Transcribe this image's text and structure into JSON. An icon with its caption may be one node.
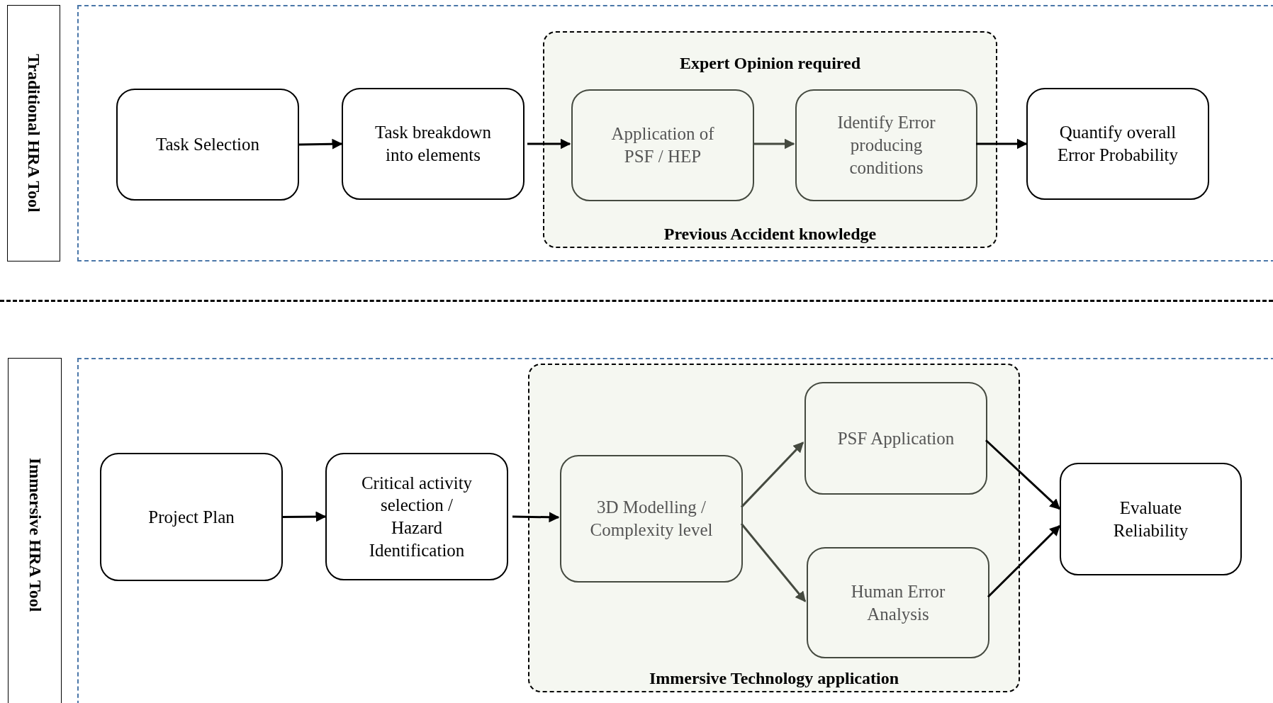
{
  "diagram": {
    "nodes": [
      {
        "text": [
          "Traditional HRA Tool"
        ]
      },
      {
        "text": [
          "Task Selection"
        ]
      },
      {
        "text": [
          "Task breakdown into elements"
        ]
      },
      {
        "text": [
          "Expert Opinion required",
          "Previous Accident knowledge"
        ]
      },
      {
        "text": [
          "Application of PSF / HEP"
        ],
        "in": 3
      },
      {
        "text": [
          "Identify Error producing conditions"
        ],
        "in": 3
      },
      {
        "text": [
          "Quantify overall Error Probability"
        ]
      },
      {
        "text": [
          "Immersive HRA Tool"
        ]
      },
      {
        "text": [
          "Project Plan"
        ]
      },
      {
        "text": [
          "Critical activity selection / Hazard Identification"
        ]
      },
      {
        "text": [
          "Immersive Technology application"
        ]
      },
      {
        "text": [
          "3D Modelling / Complexity level"
        ],
        "in": 10
      },
      {
        "text": [
          "PSF Application"
        ],
        "in": 10
      },
      {
        "text": [
          "Human Error Analysis"
        ],
        "in": 10
      },
      {
        "text": [
          "Evaluate Reliability"
        ]
      }
    ],
    "edges": [
      {
        "from": 1,
        "to": 2,
        "arrow": "to"
      },
      {
        "from": 2,
        "to": 4,
        "arrow": "to"
      },
      {
        "from": 4,
        "to": 5,
        "arrow": "to",
        "color": "#454a40"
      },
      {
        "from": 5,
        "to": 6,
        "arrow": "to"
      },
      {
        "from": 8,
        "to": 9,
        "arrow": "to"
      },
      {
        "from": 9,
        "to": 11,
        "arrow": "to"
      },
      {
        "from": 11,
        "to": 12,
        "arrow": "to",
        "color": "#454a40"
      },
      {
        "from": 11,
        "to": 13,
        "arrow": "to",
        "color": "#454a40"
      },
      {
        "from": 12,
        "to": 14,
        "arrow": "to"
      },
      {
        "from": 13,
        "to": 14,
        "arrow": "to"
      }
    ]
  }
}
